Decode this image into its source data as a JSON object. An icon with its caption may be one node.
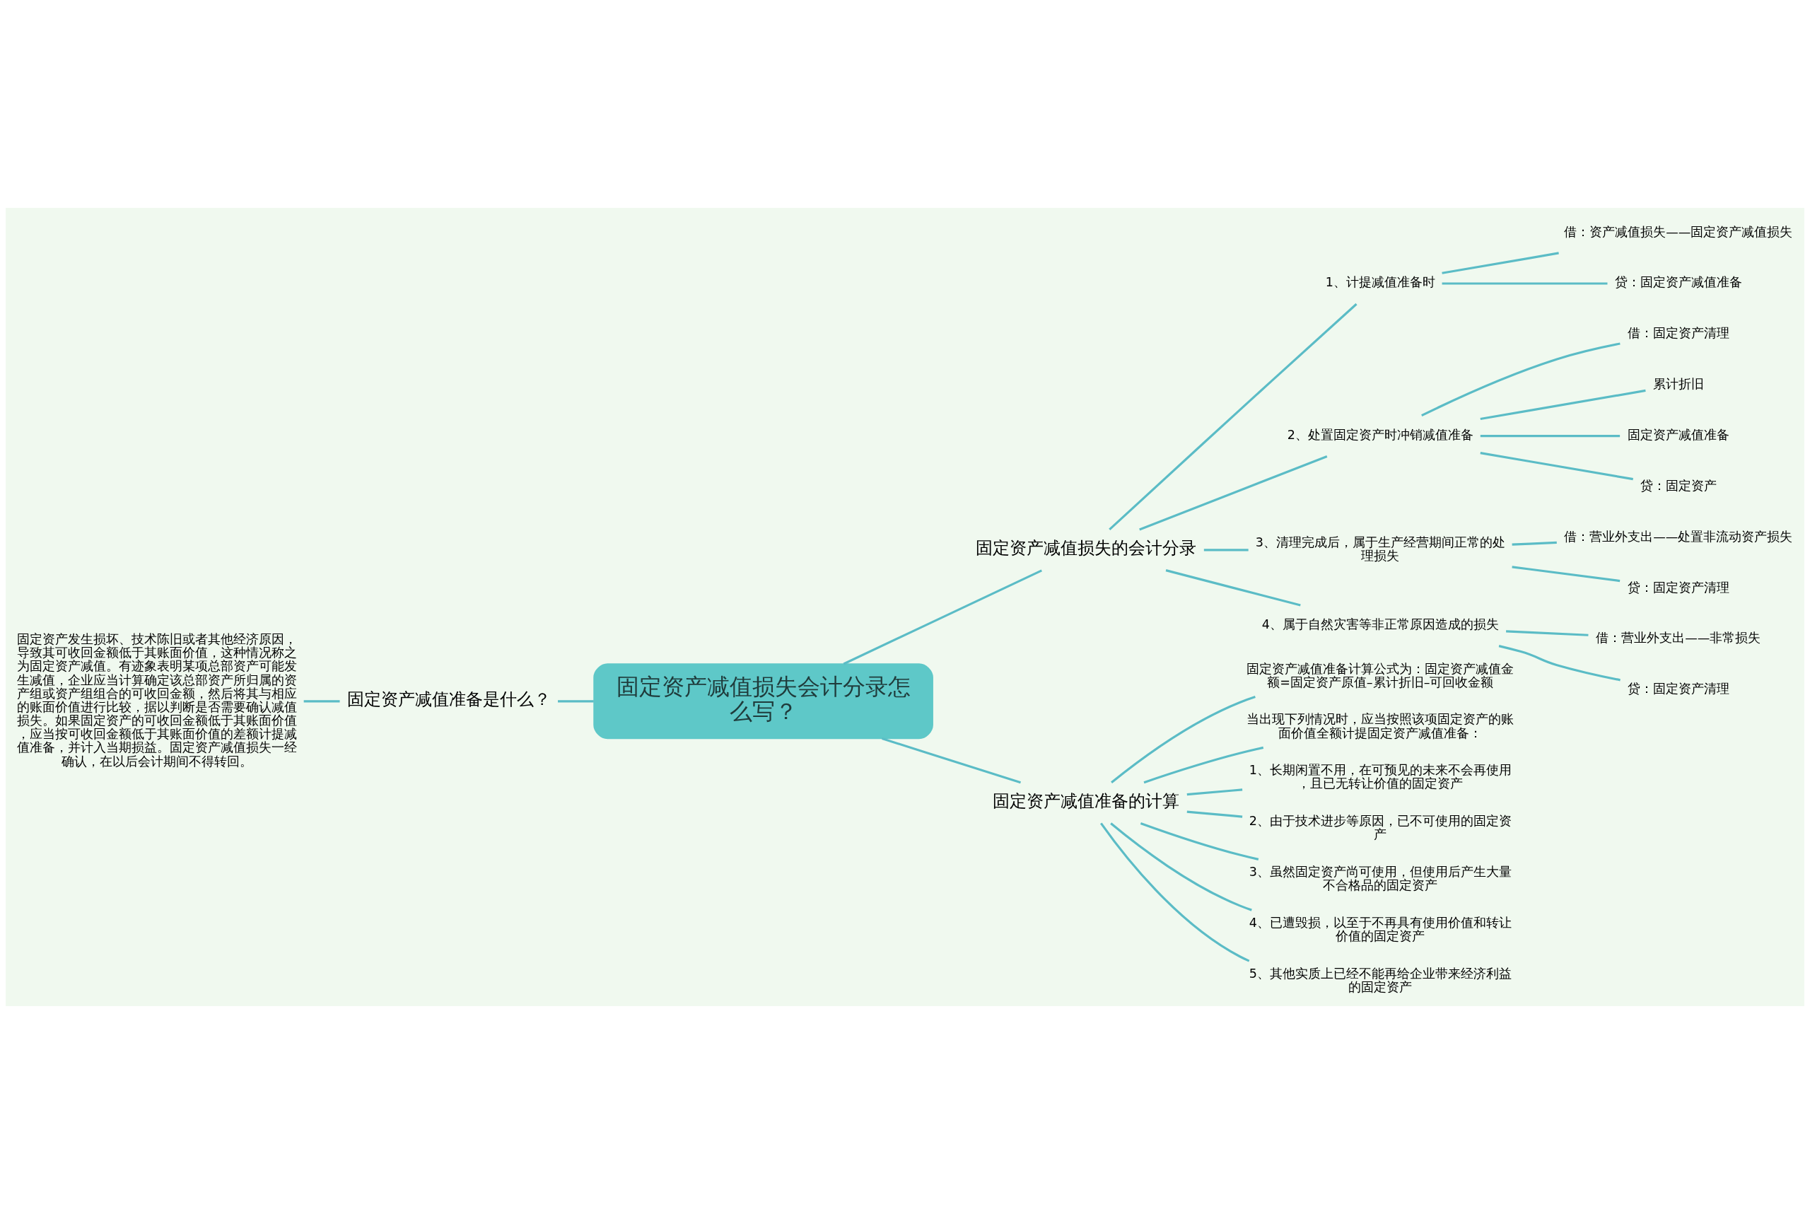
{
  "diagram": {
    "nodes": [
      {
        "text": [
          "固定资产减值损失会计分录怎么写？"
        ]
      },
      {
        "text": [
          "固定资产减值准备是什么？"
        ]
      },
      {
        "text": [
          "固定资产发生损坏、技术陈旧或者其他经济原因，导致其可收回金额低于其账面价值，这种情况称之为固定资产减值。有迹象表明某项总部资产可能发生减值，企业应当计算确定该总部资产所归属的资产组或资产组组合的可收回金额，然后将其与相应的账面价值进行比较，据以判断是否需要确认减值损失。如果固定资产的可收回金额低于其账面价值，应当按可收回金额低于其账面价值的差额计提减值准备，并计入当期损益。固定资产减值损失一经确认，在以后会计期间不得转回。"
        ]
      },
      {
        "text": [
          "固定资产减值损失的会计分录"
        ]
      },
      {
        "text": [
          "1、计提减值准备时"
        ]
      },
      {
        "text": [
          "借：资产减值损失——固定资产减值损失"
        ]
      },
      {
        "text": [
          "贷：固定资产减值准备"
        ]
      },
      {
        "text": [
          "2、处置固定资产时冲销减值准备"
        ]
      },
      {
        "text": [
          "借：固定资产清理"
        ]
      },
      {
        "text": [
          "累计折旧"
        ]
      },
      {
        "text": [
          "固定资产减值准备"
        ]
      },
      {
        "text": [
          "贷：固定资产"
        ]
      },
      {
        "text": [
          "3、清理完成后，属于生产经营期间正常的处理损失"
        ]
      },
      {
        "text": [
          "借：营业外支出——处置非流动资产损失"
        ]
      },
      {
        "text": [
          "贷：固定资产清理"
        ]
      },
      {
        "text": [
          "4、属于自然灾害等非正常原因造成的损失"
        ]
      },
      {
        "text": [
          "借：营业外支出——非常损失"
        ]
      },
      {
        "text": [
          "贷：固定资产清理"
        ]
      },
      {
        "text": [
          "固定资产减值准备的计算"
        ]
      },
      {
        "text": [
          "固定资产减值准备计算公式为：固定资产减值金额=固定资产原值–累计折旧–可回收金额"
        ]
      },
      {
        "text": [
          "当出现下列情况时，应当按照该项固定资产的账面价值全额计提固定资产减值准备："
        ]
      },
      {
        "text": [
          "1、长期闲置不用，在可预见的未来不会再使用，且已无转让价值的固定资产"
        ]
      },
      {
        "text": [
          "2、由于技术进步等原因，已不可使用的固定资产"
        ]
      },
      {
        "text": [
          "3、虽然固定资产尚可使用，但使用后产生大量不合格品的固定资产"
        ]
      },
      {
        "text": [
          "4、已遭毁损，以至于不再具有使用价值和转让价值的固定资产"
        ]
      },
      {
        "text": [
          "5、其他实质上已经不能再给企业带来经济利益的固定资产"
        ]
      }
    ],
    "edges": [
      {
        "from": 0,
        "to": 1,
        "arrow": "none"
      },
      {
        "from": 1,
        "to": 2,
        "arrow": "none"
      },
      {
        "from": 0,
        "to": 3,
        "arrow": "none"
      },
      {
        "from": 3,
        "to": 4,
        "arrow": "none"
      },
      {
        "from": 4,
        "to": 5,
        "arrow": "none"
      },
      {
        "from": 4,
        "to": 6,
        "arrow": "none"
      },
      {
        "from": 3,
        "to": 7,
        "arrow": "none"
      },
      {
        "from": 7,
        "to": 8,
        "arrow": "none"
      },
      {
        "from": 7,
        "to": 9,
        "arrow": "none"
      },
      {
        "from": 7,
        "to": 10,
        "arrow": "none"
      },
      {
        "from": 7,
        "to": 11,
        "arrow": "none"
      },
      {
        "from": 3,
        "to": 12,
        "arrow": "none"
      },
      {
        "from": 12,
        "to": 13,
        "arrow": "none"
      },
      {
        "from": 12,
        "to": 14,
        "arrow": "none"
      },
      {
        "from": 3,
        "to": 15,
        "arrow": "none"
      },
      {
        "from": 15,
        "to": 16,
        "arrow": "none"
      },
      {
        "from": 15,
        "to": 17,
        "arrow": "none"
      },
      {
        "from": 0,
        "to": 18,
        "arrow": "none"
      },
      {
        "from": 18,
        "to": 19,
        "arrow": "none"
      },
      {
        "from": 18,
        "to": 20,
        "arrow": "none"
      },
      {
        "from": 18,
        "to": 21,
        "arrow": "none"
      },
      {
        "from": 18,
        "to": 22,
        "arrow": "none"
      },
      {
        "from": 18,
        "to": 23,
        "arrow": "none"
      },
      {
        "from": 18,
        "to": 24,
        "arrow": "none"
      },
      {
        "from": 18,
        "to": 25,
        "arrow": "none"
      }
    ]
  }
}
